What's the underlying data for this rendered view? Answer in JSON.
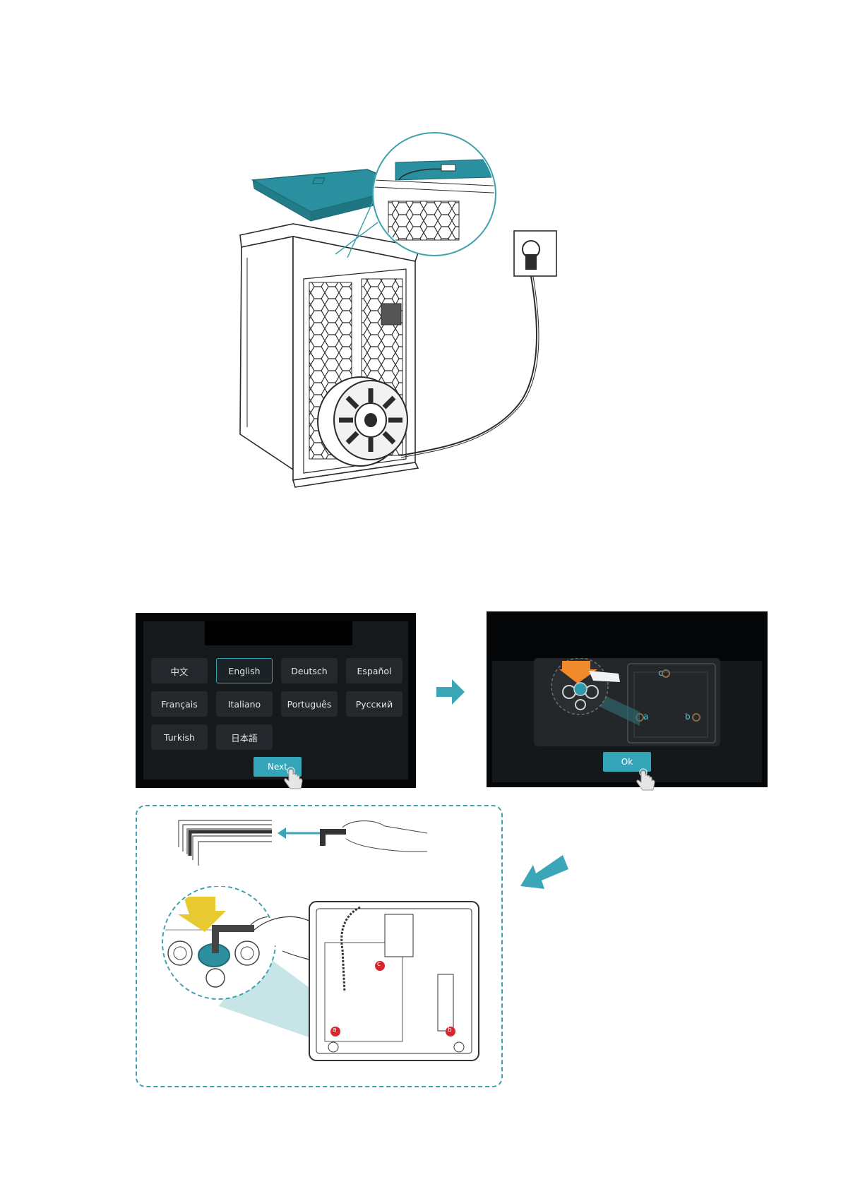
{
  "language_screen": {
    "languages": [
      "中文",
      "English",
      "Deutsch",
      "Español",
      "Français",
      "Italiano",
      "Português",
      "Русский",
      "Turkish",
      "日本語"
    ],
    "selected": "English",
    "next_label": "Next"
  },
  "leveling_screen": {
    "ok_label": "Ok",
    "points": [
      "a",
      "b",
      "c"
    ]
  },
  "tool_diagram": {
    "points": [
      "a",
      "b",
      "c"
    ]
  },
  "colors": {
    "accent": "#2a8f9e",
    "button": "#34a4b8",
    "highlight": "#e8c930",
    "alert": "#d7262d"
  }
}
